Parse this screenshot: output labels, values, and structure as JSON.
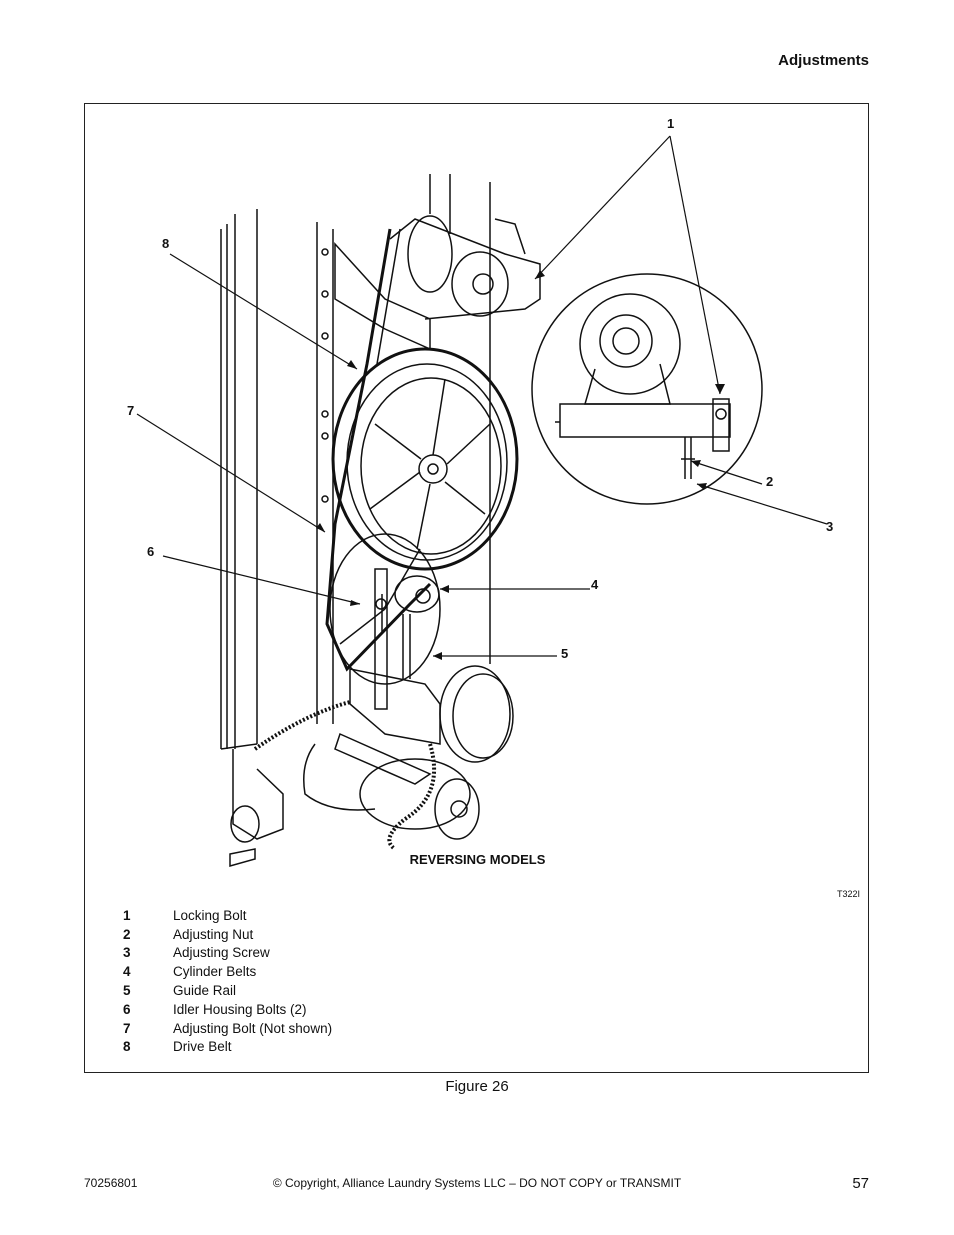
{
  "header": {
    "section_title": "Adjustments"
  },
  "figure": {
    "callouts": [
      "1",
      "2",
      "3",
      "4",
      "5",
      "6",
      "7",
      "8"
    ],
    "models_caption": "REVERSING MODELS",
    "reference_code": "T322I",
    "legend": [
      {
        "num": "1",
        "label": "Locking Bolt"
      },
      {
        "num": "2",
        "label": "Adjusting Nut"
      },
      {
        "num": "3",
        "label": "Adjusting Screw"
      },
      {
        "num": "4",
        "label": "Cylinder Belts"
      },
      {
        "num": "5",
        "label": "Guide Rail"
      },
      {
        "num": "6",
        "label": "Idler Housing Bolts (2)"
      },
      {
        "num": "7",
        "label": "Adjusting Bolt (Not shown)"
      },
      {
        "num": "8",
        "label": "Drive Belt"
      }
    ],
    "caption": "Figure 26"
  },
  "footer": {
    "doc_number": "70256801",
    "copyright": "© Copyright, Alliance Laundry Systems LLC – DO NOT COPY or TRANSMIT",
    "page_number": "57"
  }
}
